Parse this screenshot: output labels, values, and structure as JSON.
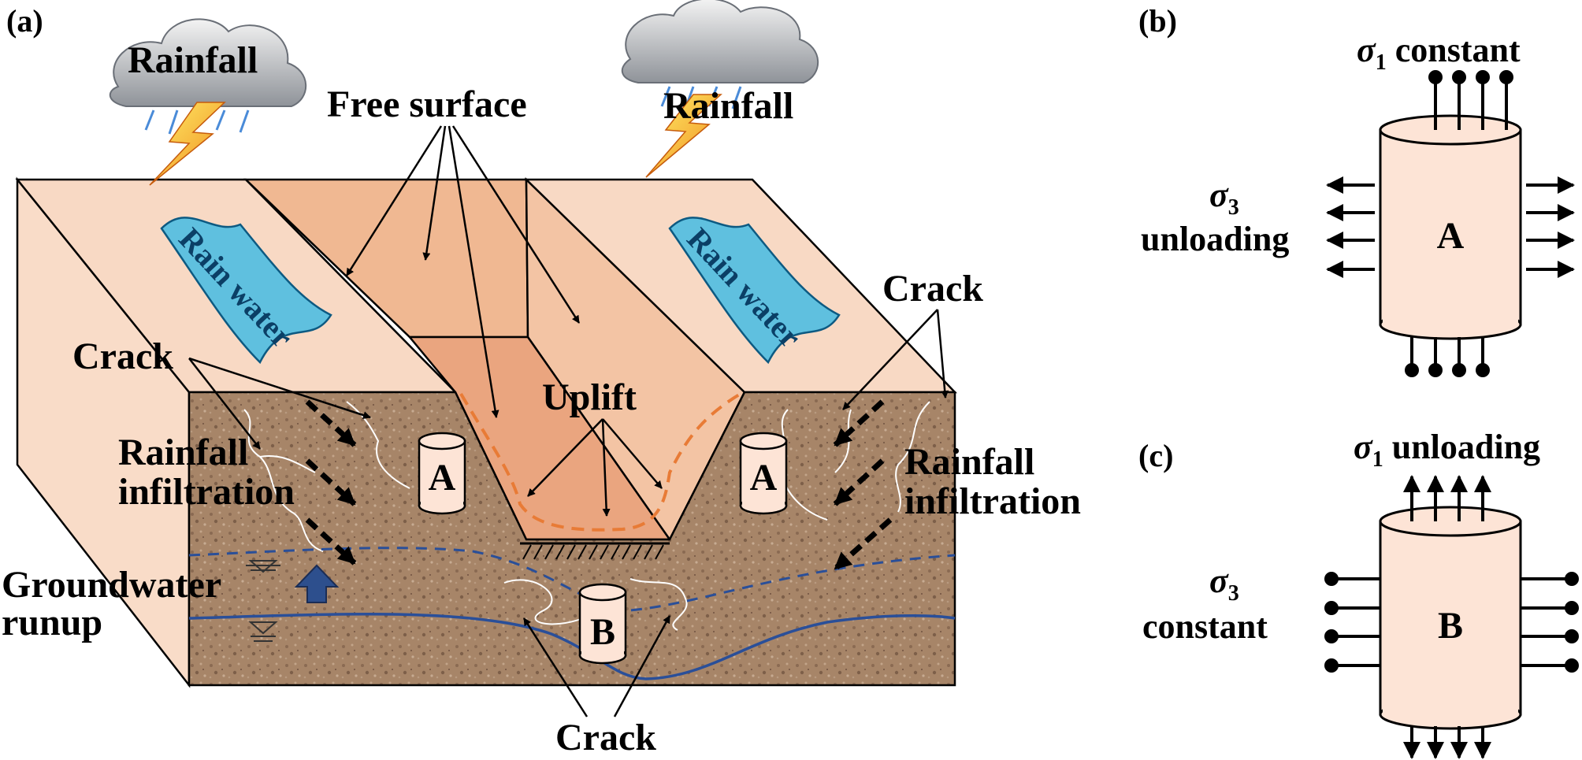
{
  "panels": {
    "a": "(a)",
    "b": "(b)",
    "c": "(c)"
  },
  "labels": {
    "rainfall_left": "Rainfall",
    "rainfall_right": "Rainfall",
    "rain_water_left": "Rain water",
    "rain_water_right": "Rain water",
    "free_surface": "Free surface",
    "crack_left": "Crack",
    "crack_right": "Crack",
    "crack_bottom": "Crack",
    "uplift": "Uplift",
    "rainfall_infiltration_left_1": "Rainfall",
    "rainfall_infiltration_left_2": "infiltration",
    "rainfall_infiltration_right_1": "Rainfall",
    "rainfall_infiltration_right_2": "infiltration",
    "groundwater_1": "Groundwater",
    "groundwater_2": "runup",
    "sample_a_left": "A",
    "sample_a_right": "A",
    "sample_b": "B"
  },
  "panel_b": {
    "sigma1_symbol": "σ",
    "sigma1_sub": "1",
    "sigma1_text": " constant",
    "sigma3_symbol": "σ",
    "sigma3_sub": "3",
    "sigma3_text": "unloading",
    "sample": "A"
  },
  "panel_c": {
    "sigma1_symbol": "σ",
    "sigma1_sub": "1",
    "sigma1_text": " unloading",
    "sigma3_symbol": "σ",
    "sigma3_sub": "3",
    "sigma3_text": "constant",
    "sample": "B"
  },
  "colors": {
    "slope_light": "#f8d9c4",
    "slope_mid": "#f3c4a4",
    "trench_face": "#eaa57f",
    "rock": "#a9876c",
    "rain_water": "#5fc0df",
    "cylinder": "#fde4d6",
    "water_line": "#2a4f99",
    "uplift_dash": "#e87b36",
    "arrow_up": "#2d4f8d"
  }
}
